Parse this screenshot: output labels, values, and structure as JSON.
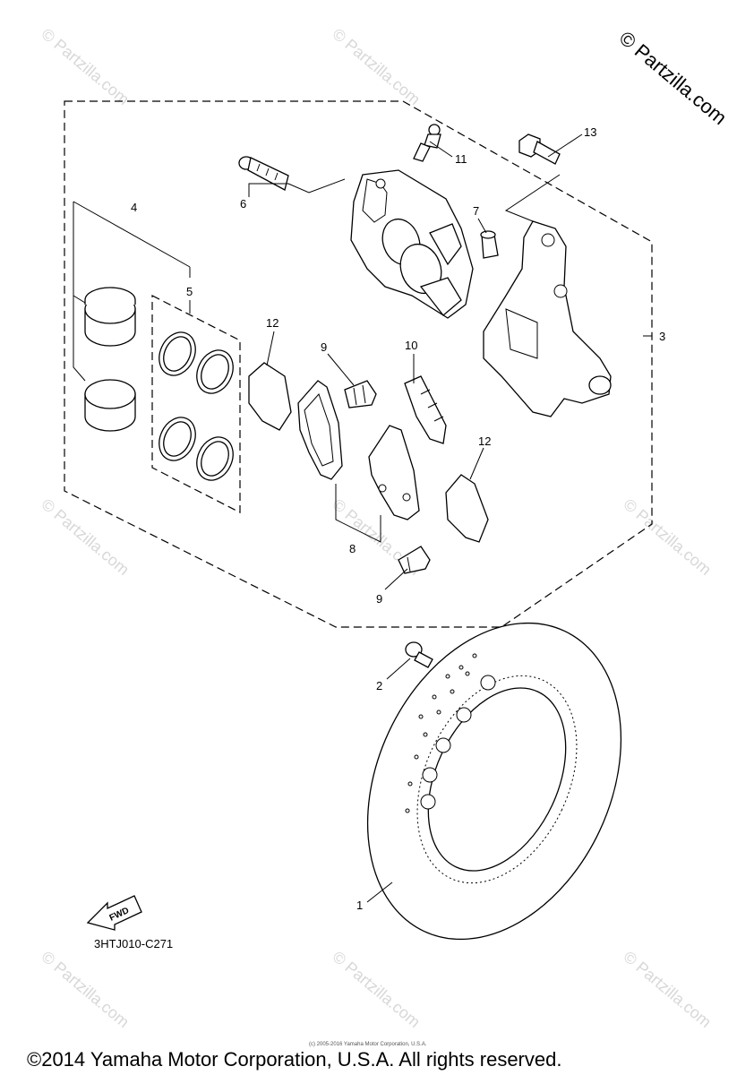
{
  "watermark": {
    "text": "© Partzilla.com"
  },
  "corner_mark": "© Partzilla.com",
  "callouts": {
    "c1": "1",
    "c2": "2",
    "c3": "3",
    "c4": "4",
    "c5": "5",
    "c6": "6",
    "c7": "7",
    "c8": "8",
    "c9a": "9",
    "c9b": "9",
    "c10": "10",
    "c11": "11",
    "c12a": "12",
    "c12b": "12",
    "c13": "13"
  },
  "fwd_label": "FWD",
  "diagram_code": "3HTJ010-C271",
  "fine_print": "(c) 2005-2016 Yamaha Motor Corporation, U.S.A.",
  "copyright": "©2014 Yamaha Motor Corporation, U.S.A. All rights reserved."
}
